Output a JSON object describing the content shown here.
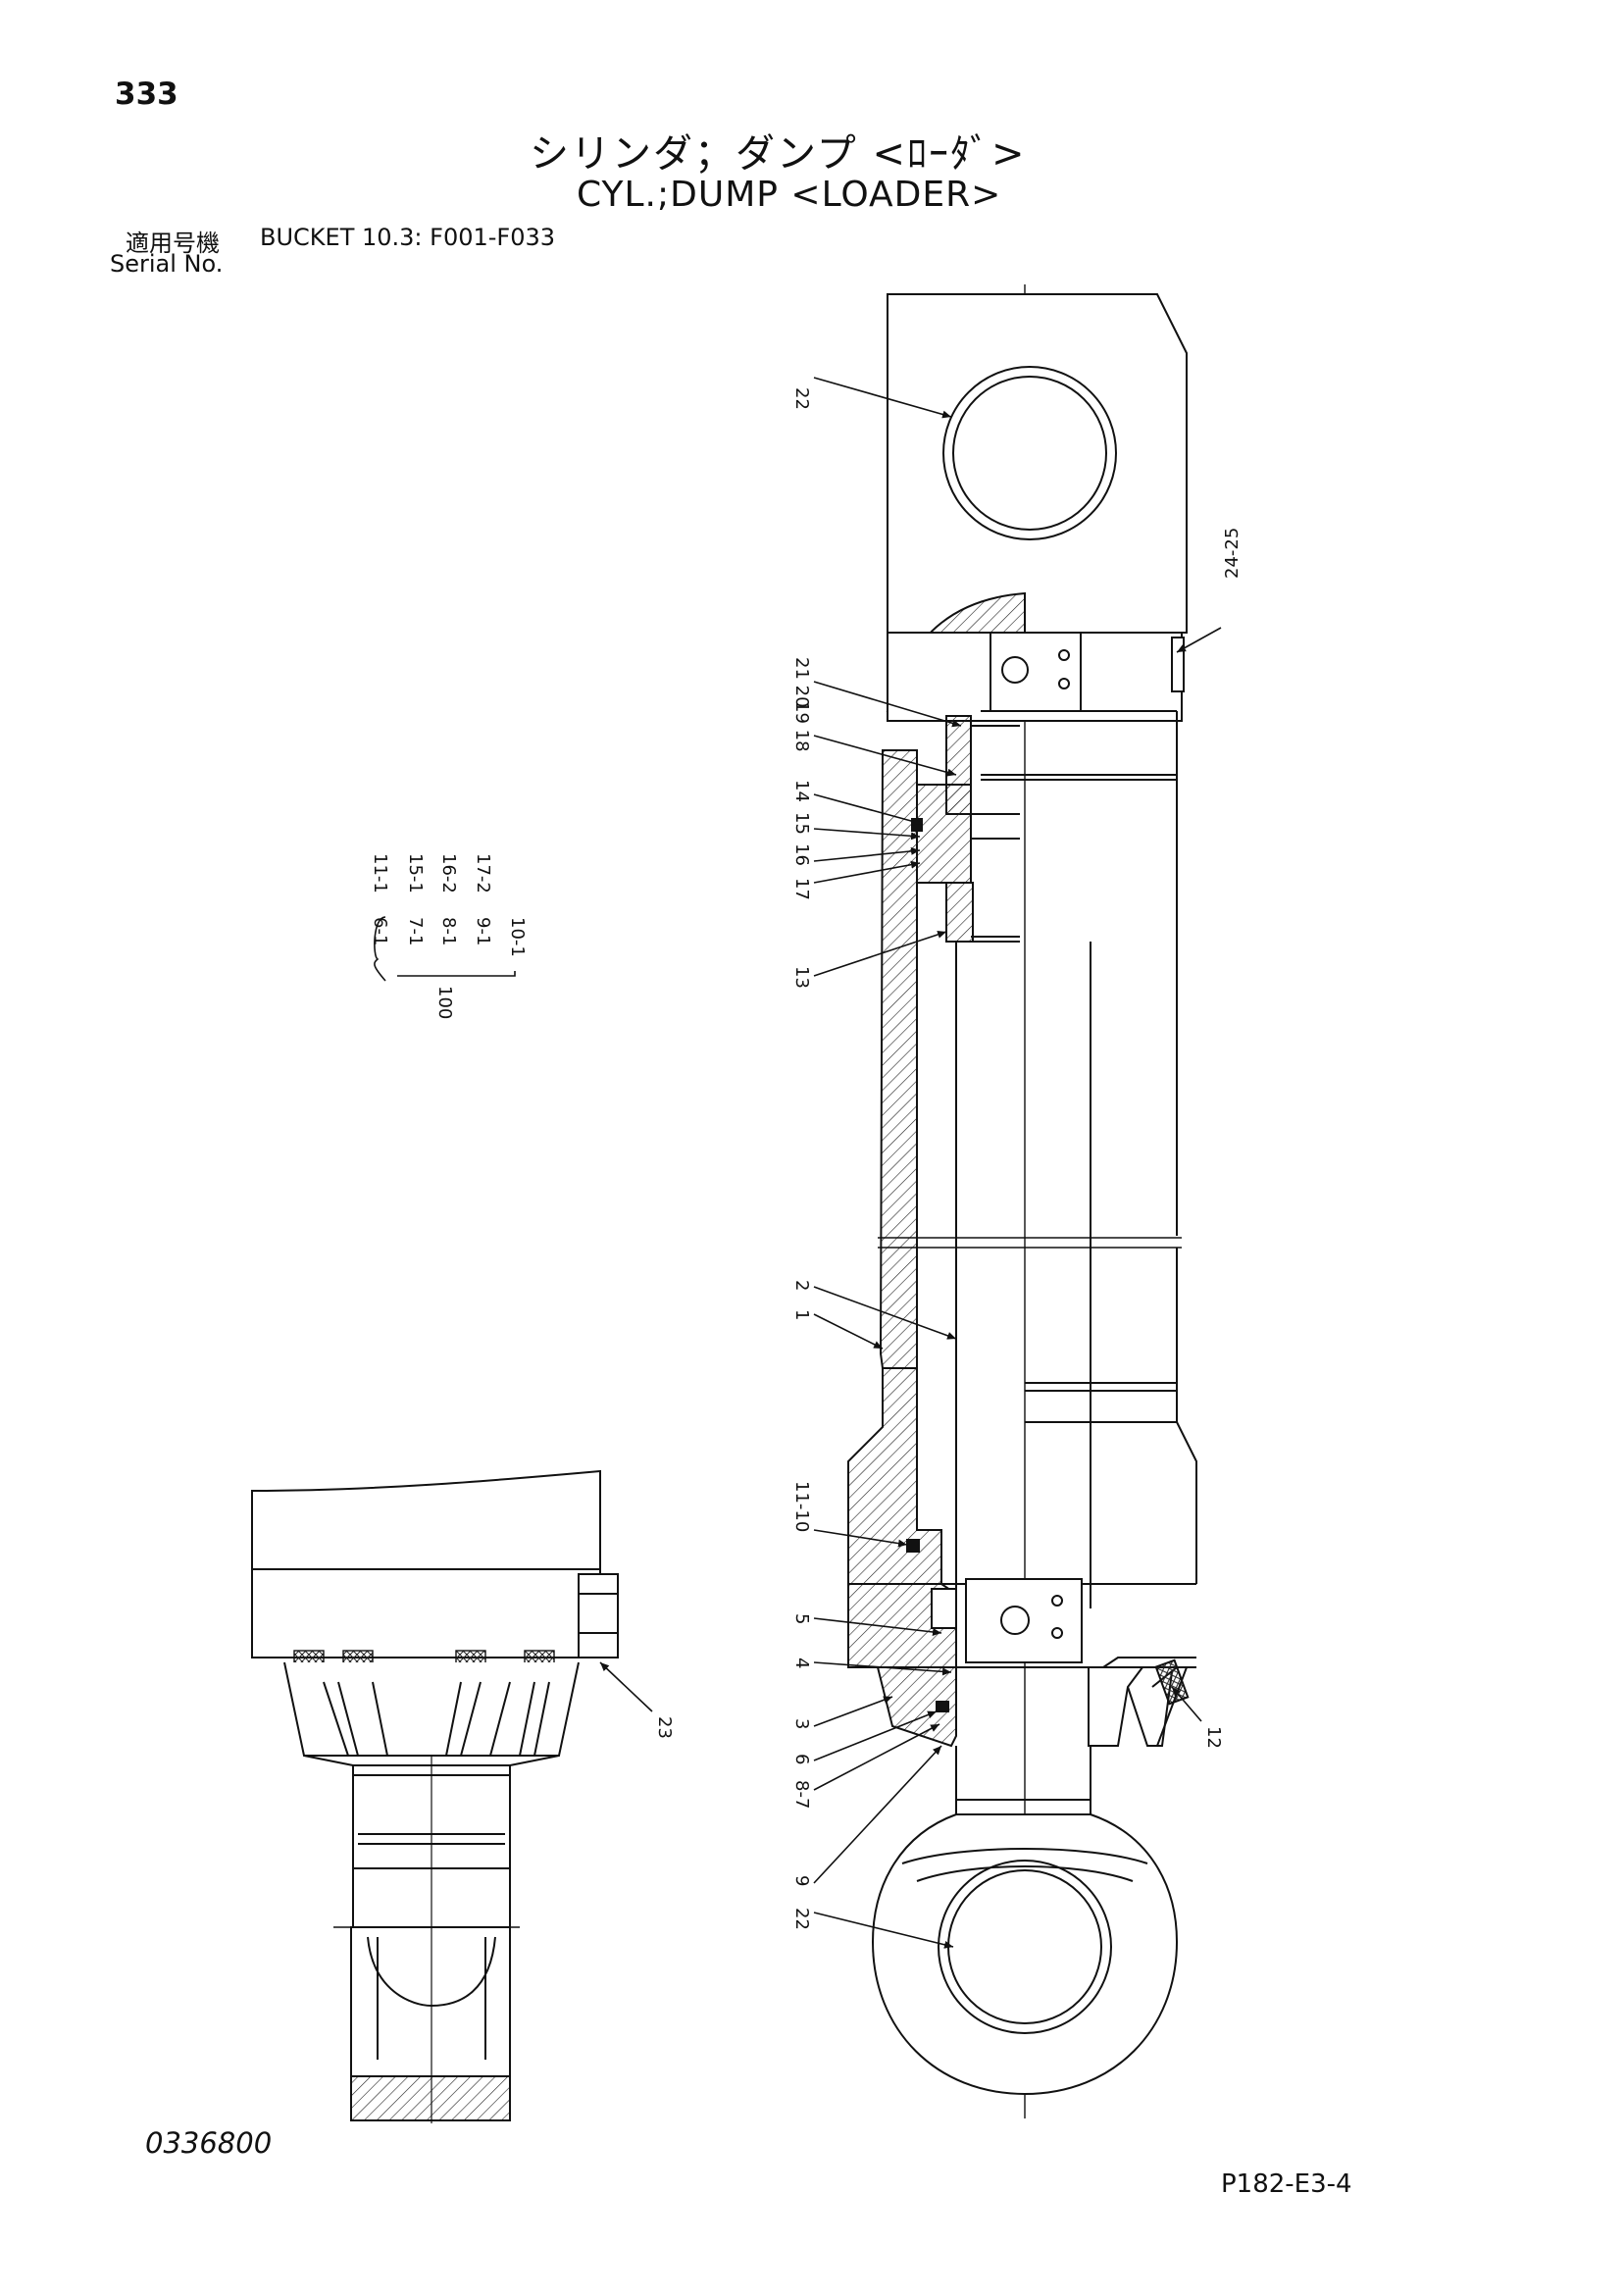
{
  "header": {
    "page_number": "333",
    "title_jp": "シリンダ；ダンプ <ﾛｰﾀﾞ>",
    "title_en": "CYL.;DUMP <LOADER>",
    "applicable_label": "適用号機",
    "applicable_value": "BUCKET 10.3: F001-F033",
    "serial_label": "Serial No."
  },
  "footer": {
    "drawing_number": "0336800",
    "page_code": "P182-E3-4"
  },
  "callouts": [
    {
      "id": "c-22-top",
      "text": "22"
    },
    {
      "id": "c-24-25",
      "text": "24-25"
    },
    {
      "id": "c-21-20",
      "text": "21 20"
    },
    {
      "id": "c-19-18",
      "text": "19 18"
    },
    {
      "id": "c-14",
      "text": "14"
    },
    {
      "id": "c-15",
      "text": "15"
    },
    {
      "id": "c-16",
      "text": "16"
    },
    {
      "id": "c-17",
      "text": "17"
    },
    {
      "id": "c-13",
      "text": "13"
    },
    {
      "id": "c-2",
      "text": "2"
    },
    {
      "id": "c-1",
      "text": "1"
    },
    {
      "id": "c-11-10",
      "text": "11-10"
    },
    {
      "id": "c-5",
      "text": "5"
    },
    {
      "id": "c-4",
      "text": "4"
    },
    {
      "id": "c-3",
      "text": "3"
    },
    {
      "id": "c-6",
      "text": "6"
    },
    {
      "id": "c-8-7",
      "text": "8-7"
    },
    {
      "id": "c-9",
      "text": "9"
    },
    {
      "id": "c-22-bottom",
      "text": "22"
    },
    {
      "id": "c-12",
      "text": "12"
    },
    {
      "id": "c-23",
      "text": "23"
    }
  ],
  "kit_legend": {
    "kit_number": "100",
    "row1": [
      "11-1",
      "15-1",
      "16-2",
      "17-2"
    ],
    "row2": [
      "6-1",
      "7-1",
      "8-1",
      "9-1",
      "10-1"
    ]
  }
}
